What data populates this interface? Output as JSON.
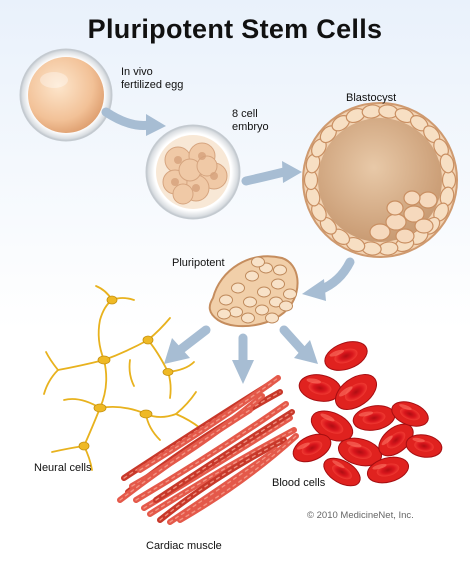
{
  "title": "Pluripotent Stem Cells",
  "labels": {
    "egg_line1": "In vivo",
    "egg_line2": "fertilized egg",
    "embryo_line1": "8 cell",
    "embryo_line2": "embryo",
    "blastocyst": "Blastocyst",
    "pluripotent": "Pluripotent",
    "neural": "Neural cells",
    "cardiac": "Cardiac muscle",
    "blood": "Blood cells"
  },
  "copyright": "© 2010 MedicineNet, Inc.",
  "colors": {
    "arrow": "#a7bdd3",
    "cell_border": "#d79b6c",
    "cell_fill": "#f4dcc0",
    "neural": "#e8b21e",
    "muscle": "#e0503e",
    "blood": "#d6141a"
  }
}
